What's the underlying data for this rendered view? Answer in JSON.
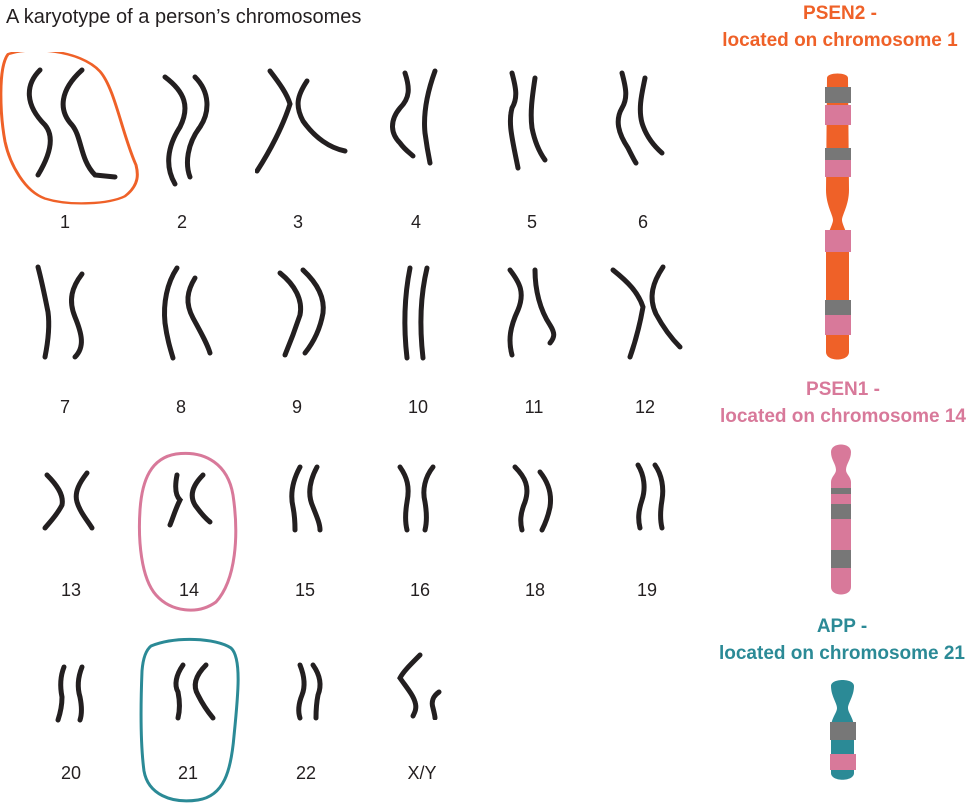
{
  "title": "A karyotype of a person’s chromosomes",
  "chromosomes": [
    "1",
    "2",
    "3",
    "4",
    "5",
    "6",
    "7",
    "8",
    "9",
    "10",
    "11",
    "12",
    "13",
    "14",
    "15",
    "16",
    "18",
    "19",
    "20",
    "21",
    "22",
    "X/Y"
  ],
  "genes": {
    "psen2": {
      "line1": "PSEN2 -",
      "line2": "located on chromosome 1",
      "color": "#ef6128"
    },
    "psen1": {
      "line1": "PSEN1 -",
      "line2": "located on chromosome 14",
      "color": "#d8799a"
    },
    "app": {
      "line1": "APP -",
      "line2": "located on chromosome 21",
      "color": "#2b8a96"
    }
  },
  "colors": {
    "chromosome": "#231f20",
    "band": "#777777",
    "band_pink": "#d8799a"
  }
}
